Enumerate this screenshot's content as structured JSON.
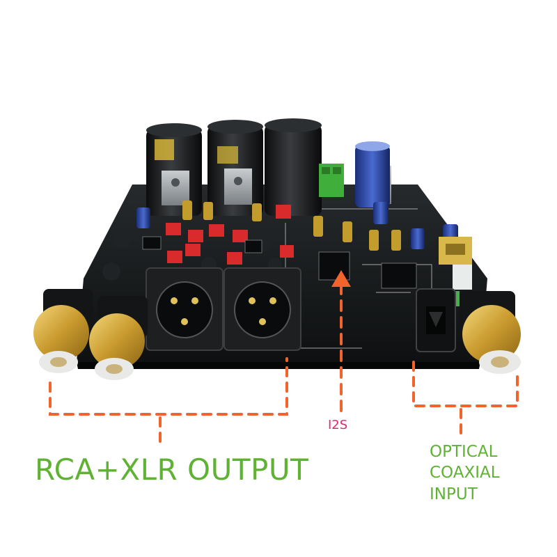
{
  "annotations": {
    "output_label": "RCA+XLR OUTPUT",
    "i2s_label": "I2S",
    "input_label_line1": "OPTICAL",
    "input_label_line2": "COAXIAL",
    "input_label_line3": "INPUT"
  },
  "colors": {
    "background": "#ffffff",
    "pcb": "#15181a",
    "gold": "#d9b24a",
    "dashed_marker": "#f2642c",
    "green_label": "#5fb233",
    "pink_label": "#e0286e",
    "capacitor_blue": "#2a4ca8",
    "component_red": "#d92b2b"
  },
  "icons": [
    "rca-jack-icon",
    "xlr-connector-icon",
    "optical-toslink-icon",
    "capacitor-icon",
    "heatsink-icon",
    "terminal-block-icon",
    "usb-port-icon"
  ]
}
